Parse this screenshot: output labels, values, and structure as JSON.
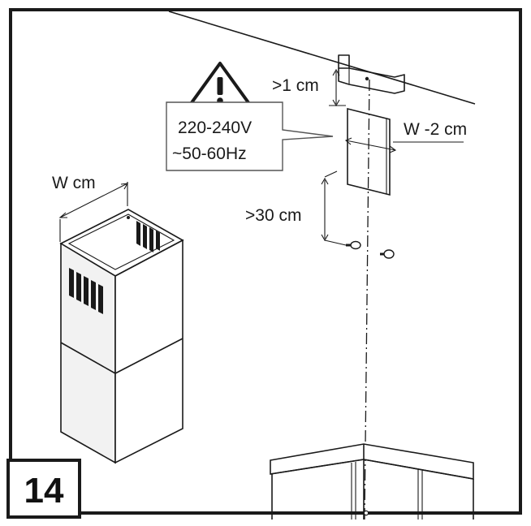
{
  "step_number": "14",
  "labels": {
    "gap_above_bracket": ">1 cm",
    "voltage": "220-240V",
    "frequency": "~50-60Hz",
    "duct_width": "W -2 cm",
    "chimney_width": "W cm",
    "gap_below_bracket": ">30 cm"
  },
  "icons": {
    "warning": "warning-triangle-icon"
  },
  "colors": {
    "line": "#1a1a1a",
    "cover_shade": "#efefef",
    "warning_box_border": "#555555"
  }
}
